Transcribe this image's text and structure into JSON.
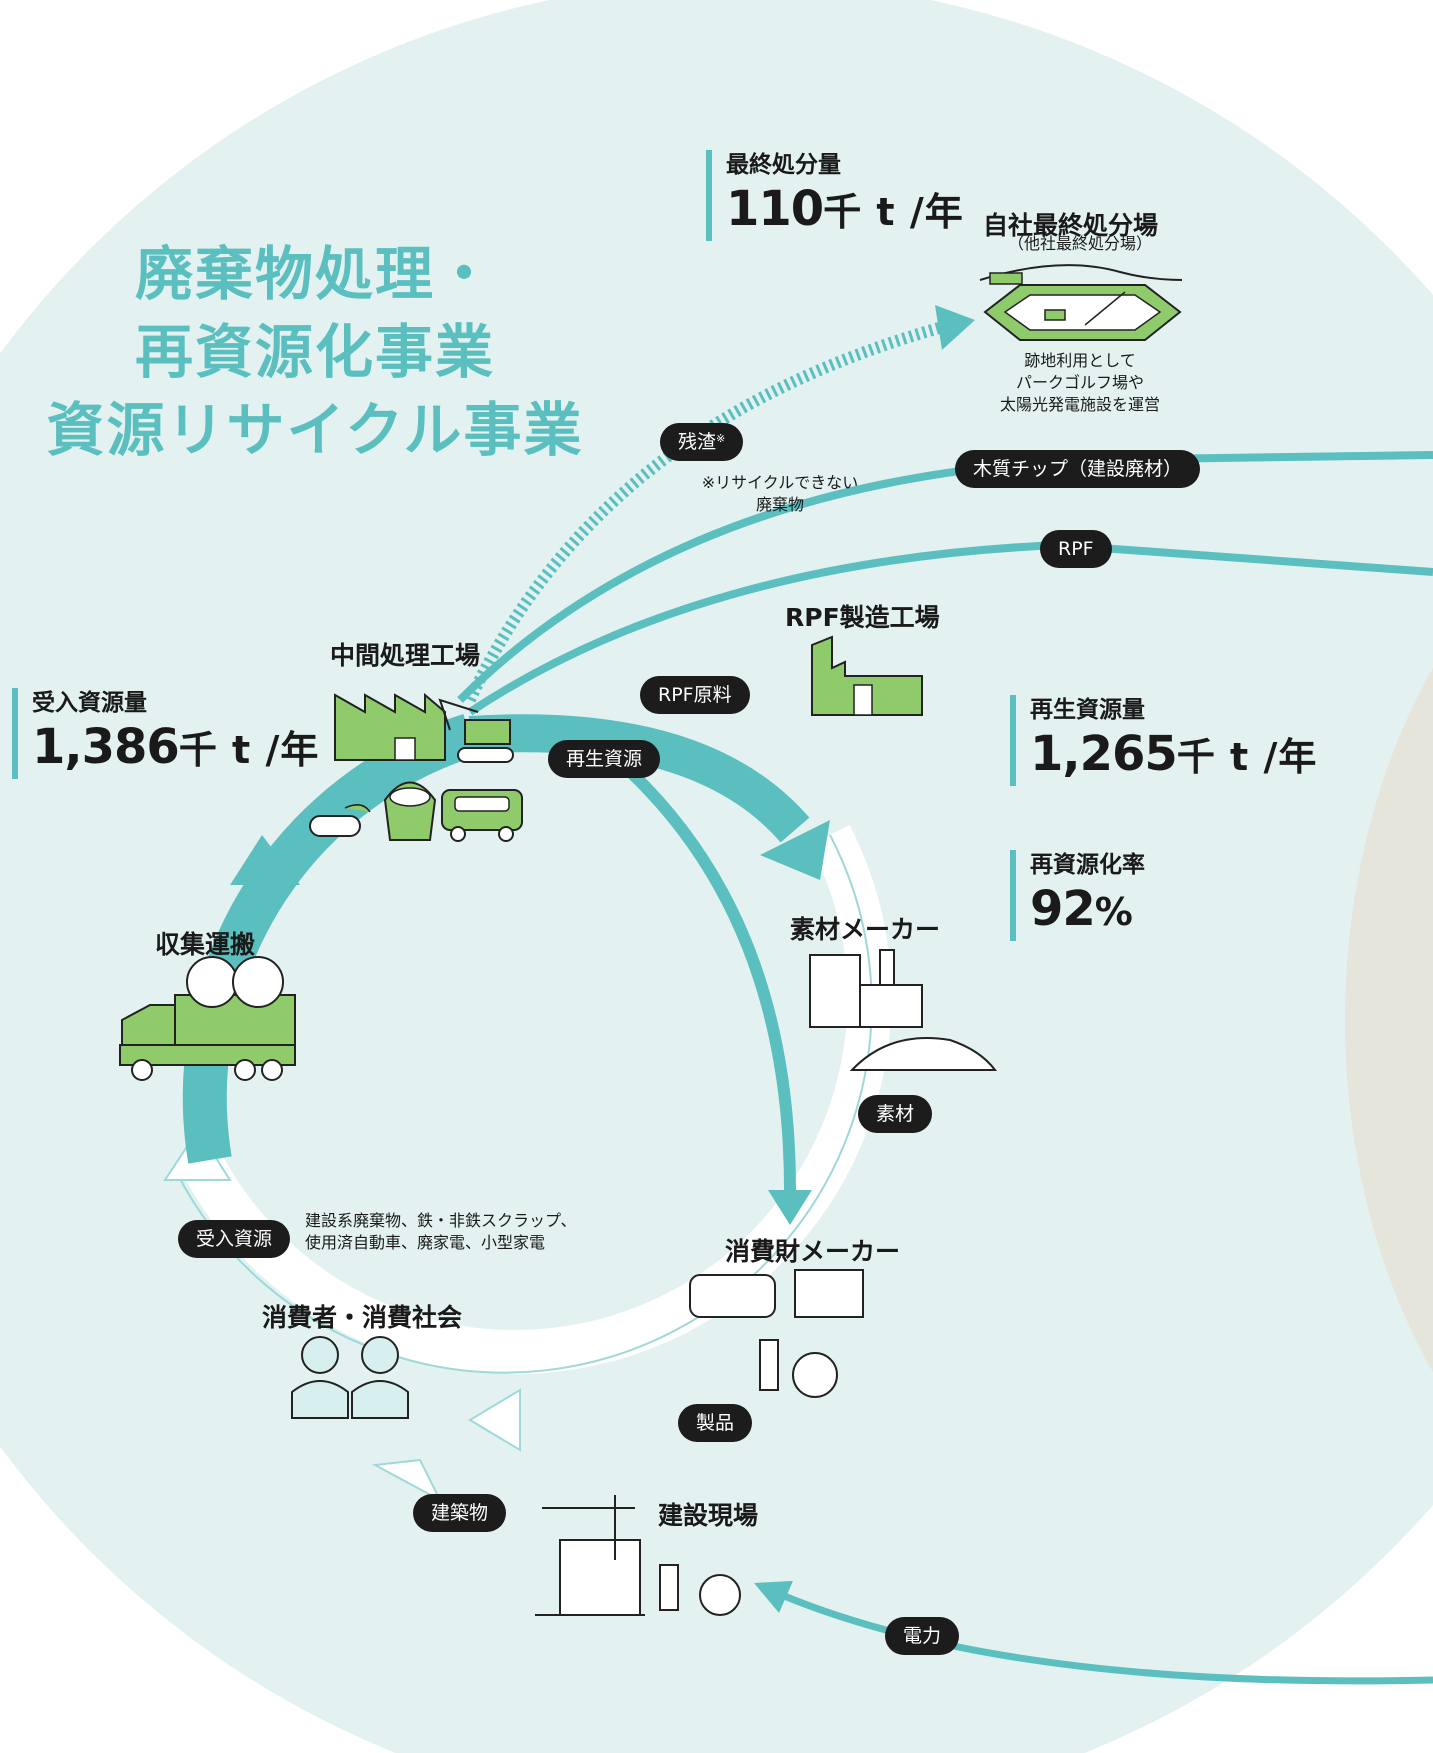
{
  "title": {
    "line1": "廃棄物処理・",
    "line2": "再資源化事業",
    "line3": "資源リサイクル事業"
  },
  "stats": {
    "final_disposal": {
      "label": "最終処分量",
      "value": "110",
      "unit": "千 t /年"
    },
    "received": {
      "label": "受入資源量",
      "value": "1,386",
      "unit": "千 t /年"
    },
    "recycled": {
      "label": "再生資源量",
      "value": "1,265",
      "unit": "千 t /年"
    },
    "rate": {
      "label": "再資源化率",
      "value": "92",
      "unit": "%"
    }
  },
  "facilities": {
    "landfill": {
      "name": "自社最終処分場",
      "sub": "（他社最終処分場）",
      "note_line1": "跡地利用として",
      "note_line2": "パークゴルフ場や",
      "note_line3": "太陽光発電施設を運営"
    },
    "intermediate_plant": "中間処理工場",
    "rpf_plant": "RPF製造工場",
    "material_maker": "素材メーカー",
    "consumer_goods_maker": "消費財メーカー",
    "collection": "収集運搬",
    "consumers": "消費者・消費社会",
    "construction_site": "建設現場"
  },
  "pills": {
    "residue": "残渣",
    "residue_mark": "※",
    "wood_chip": "木質チップ（建設廃材）",
    "rpf": "RPF",
    "rpf_material": "RPF原料",
    "recycled_resource": "再生資源",
    "material": "素材",
    "received_resource": "受入資源",
    "product": "製品",
    "building": "建築物",
    "electricity": "電力"
  },
  "notes": {
    "residue_line1": "※リサイクルできない",
    "residue_line2": "廃棄物",
    "received_line1": "建設系廃棄物、鉄・非鉄スクラップ、",
    "received_line2": "使用済自動車、廃家電、小型家電"
  },
  "colors": {
    "teal": "#5bbfc0",
    "light_bg": "#e3f2f1",
    "gray_bg": "#e6e5dc",
    "green": "#8fcb6b",
    "pill": "#1c1c1c"
  }
}
